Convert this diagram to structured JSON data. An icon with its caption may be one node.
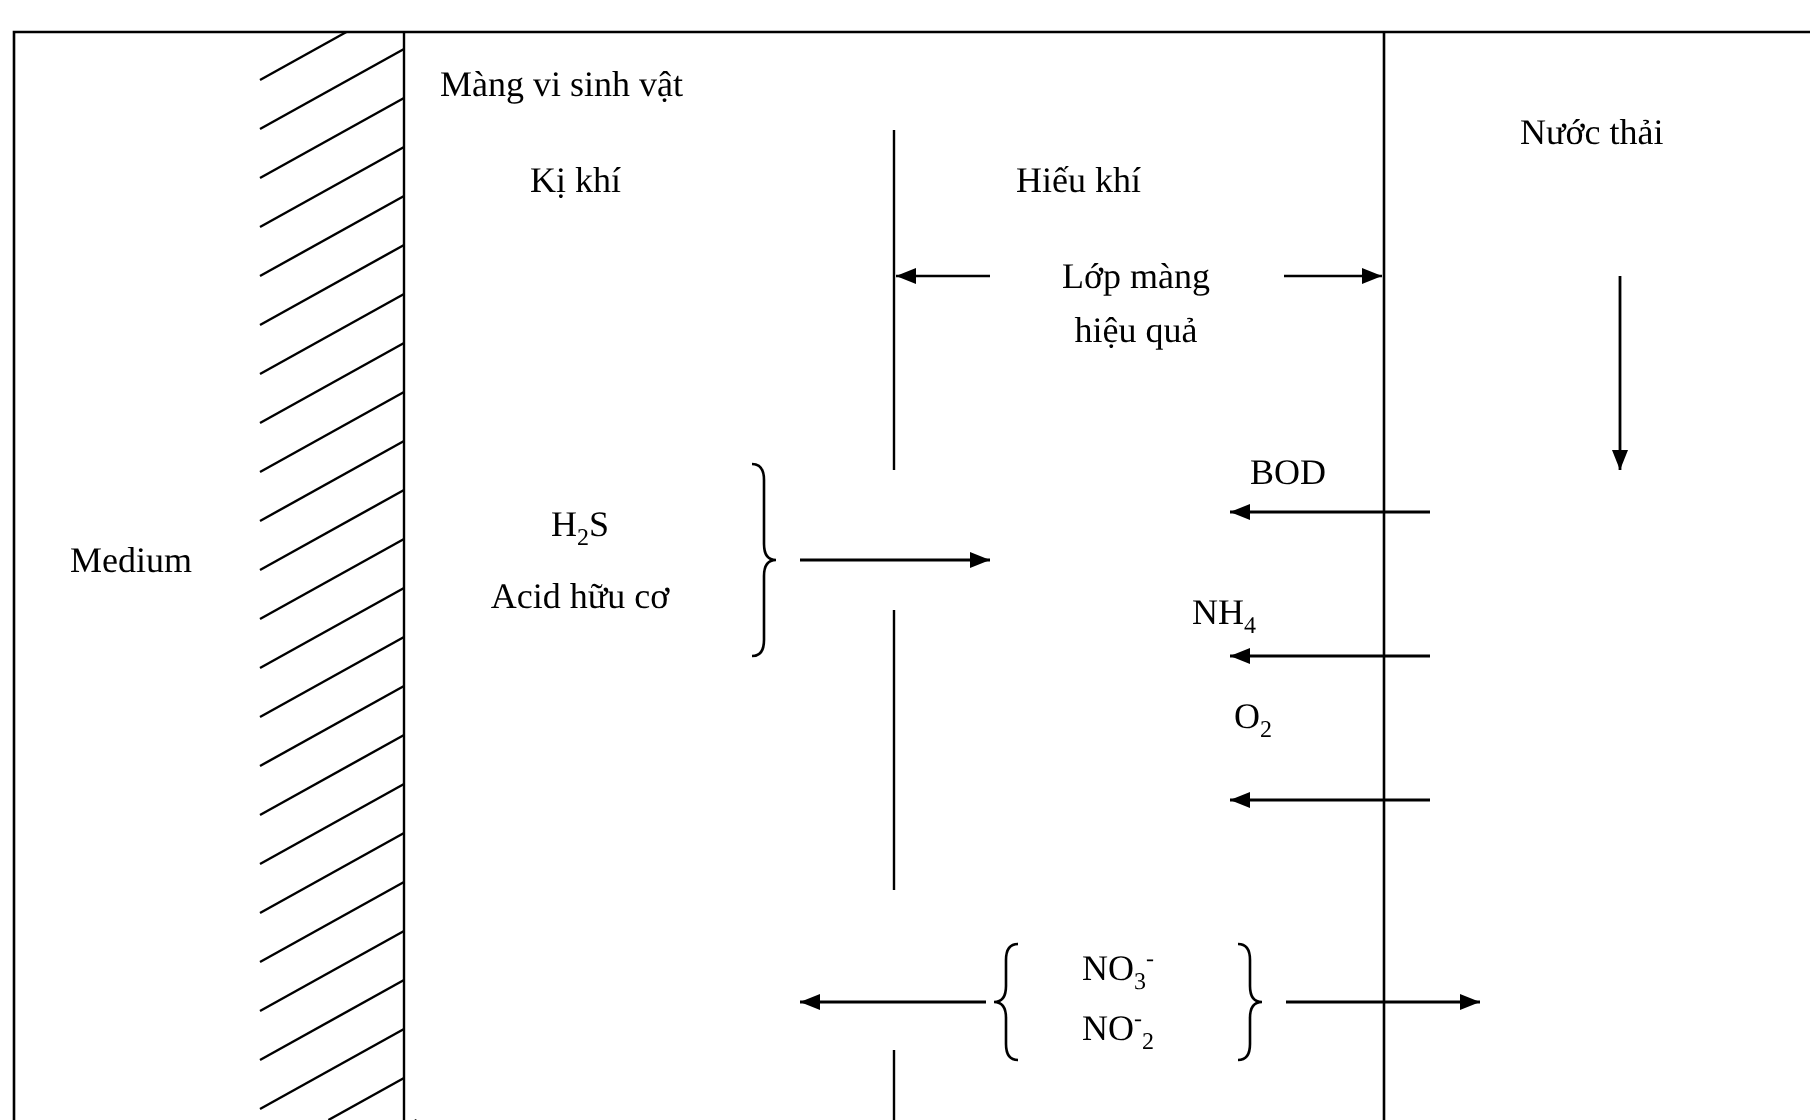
{
  "diagram": {
    "nodes": [
      {
        "text": [
          "H$_{2}$S",
          "Acid hữu cơ"
        ]
      },
      {
        "text": [
          "NO$_{3}$$^{-}$",
          "NO$^{-}$$_{2}$"
        ]
      }
    ],
    "edges": [
      {
        "from": 0,
        "to": null,
        "arrow": "to"
      },
      {
        "from": 1,
        "to": null,
        "arrow": "to"
      },
      {
        "from": 1,
        "to": null,
        "arrow": "to"
      }
    ],
    "labels": [
      "Màng vi sinh vật",
      "Nước thải",
      "Kị khí",
      "Hiếu khí",
      "Lớp màng hiệu quả",
      "BOD",
      "Medium",
      "NH$_{4}$",
      "O$_{2}$"
    ]
  }
}
